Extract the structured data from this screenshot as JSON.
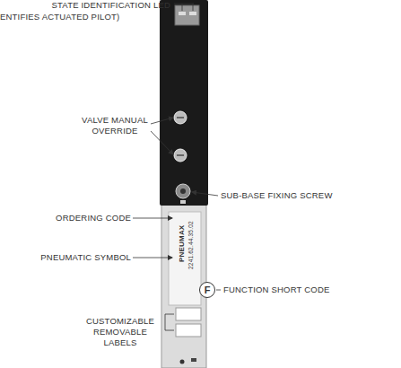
{
  "diagram": {
    "nodes": [
      {
        "text": [
          "F"
        ]
      }
    ],
    "labels": [
      "STATE IDENTIFICATION LED",
      "ENTIFIES ACTUATED PILOT)",
      "VALVE MANUAL OVERRIDE",
      "SUB-BASE FIXING SCREW",
      "ORDERING CODE",
      "PNEUMATIC SYMBOL",
      "FUNCTION SHORT CODE",
      "CUSTOMIZABLE REMOVABLE LABELS",
      "PNEUMAX",
      "2241.62.44.35.02"
    ]
  }
}
